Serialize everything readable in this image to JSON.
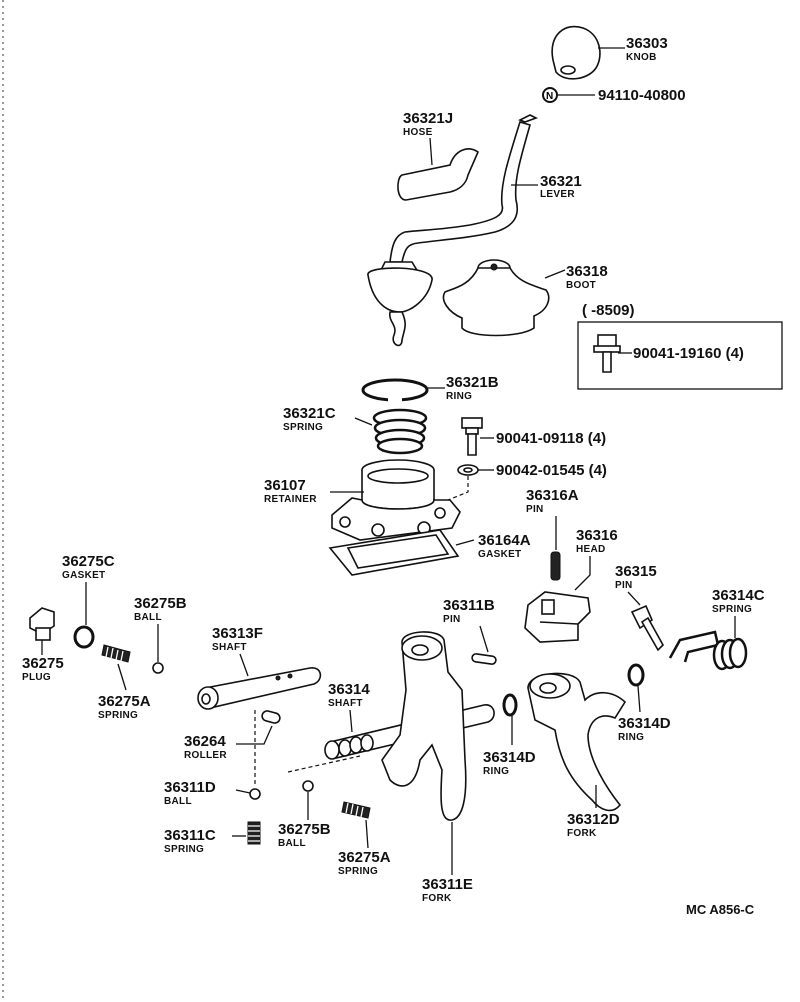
{
  "callouts": {
    "knob": {
      "number": "36303",
      "name": "KNOB"
    },
    "nut": {
      "number": "94110-40800",
      "symbol": "N"
    },
    "hose": {
      "number": "36321J",
      "name": "HOSE"
    },
    "lever": {
      "number": "36321",
      "name": "LEVER"
    },
    "boot": {
      "number": "36318",
      "name": "BOOT"
    },
    "date_range": "(      -8509)",
    "bolt_boxed": {
      "number": "90041-19160 (4)"
    },
    "ring_b": {
      "number": "36321B",
      "name": "RING"
    },
    "spring_c": {
      "number": "36321C",
      "name": "SPRING"
    },
    "bolt_09118": {
      "number": "90041-09118 (4)"
    },
    "washer_01545": {
      "number": "90042-01545 (4)"
    },
    "retainer": {
      "number": "36107",
      "name": "RETAINER"
    },
    "pin_16a": {
      "number": "36316A",
      "name": "PIN"
    },
    "head_16": {
      "number": "36316",
      "name": "HEAD"
    },
    "gasket_64a": {
      "number": "36164A",
      "name": "GASKET"
    },
    "pin_15": {
      "number": "36315",
      "name": "PIN"
    },
    "spring_14c": {
      "number": "36314C",
      "name": "SPRING"
    },
    "gasket_75c": {
      "number": "36275C",
      "name": "GASKET"
    },
    "ball_75b_top": {
      "number": "36275B",
      "name": "BALL"
    },
    "plug_75": {
      "number": "36275",
      "name": "PLUG"
    },
    "spring_75a_top": {
      "number": "36275A",
      "name": "SPRING"
    },
    "shaft_13f": {
      "number": "36313F",
      "name": "SHAFT"
    },
    "pin_11b": {
      "number": "36311B",
      "name": "PIN"
    },
    "shaft_14": {
      "number": "36314",
      "name": "SHAFT"
    },
    "roller_64": {
      "number": "36264",
      "name": "ROLLER"
    },
    "ring_14d_right": {
      "number": "36314D",
      "name": "RING"
    },
    "ring_14d_mid": {
      "number": "36314D",
      "name": "RING"
    },
    "ball_11d": {
      "number": "36311D",
      "name": "BALL"
    },
    "fork_12d": {
      "number": "36312D",
      "name": "FORK"
    },
    "spring_11c": {
      "number": "36311C",
      "name": "SPRING"
    },
    "ball_75b_bottom": {
      "number": "36275B",
      "name": "BALL"
    },
    "spring_75a_bottom": {
      "number": "36275A",
      "name": "SPRING"
    },
    "fork_11e": {
      "number": "36311E",
      "name": "FORK"
    }
  },
  "diagram_ref": "MC A856-C"
}
